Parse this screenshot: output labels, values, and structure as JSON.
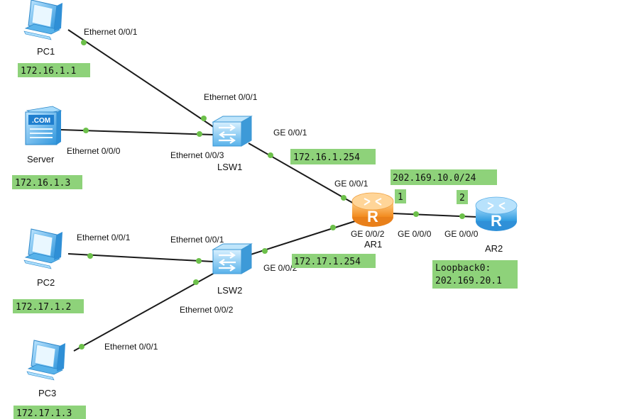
{
  "colors": {
    "link": "#1a1a1a",
    "port_dot": "#6cc04a",
    "note_bg": "#8ed27a",
    "pc_blue": "#3aa4e8",
    "router_orange": "#f59b2c",
    "router_blue": "#3fa6e6",
    "switch_blue": "#4aa8e0"
  },
  "devices": {
    "pc1": {
      "name": "PC1",
      "icon": "pc-icon"
    },
    "server": {
      "name": "Server",
      "icon": "server-icon",
      "badge": ".COM"
    },
    "pc2": {
      "name": "PC2",
      "icon": "pc-icon"
    },
    "pc3": {
      "name": "PC3",
      "icon": "pc-icon"
    },
    "lsw1": {
      "name": "LSW1",
      "icon": "switch-icon"
    },
    "lsw2": {
      "name": "LSW2",
      "icon": "switch-icon"
    },
    "ar1": {
      "name": "AR1",
      "icon": "router-icon",
      "glyph": "R"
    },
    "ar2": {
      "name": "AR2",
      "icon": "router-icon",
      "glyph": "R"
    }
  },
  "ports": {
    "pc1_eth": "Ethernet 0/0/1",
    "lsw1_e1": "Ethernet 0/0/1",
    "server_eth": "Ethernet 0/0/0",
    "lsw1_e3": "Ethernet 0/0/3",
    "lsw1_ge": "GE 0/0/1",
    "ar1_ge1": "GE 0/0/1",
    "pc2_eth": "Ethernet 0/0/1",
    "lsw2_e1": "Ethernet 0/0/1",
    "lsw2_e2": "Ethernet 0/0/2",
    "pc3_eth": "Ethernet 0/0/1",
    "lsw2_ge": "GE 0/0/2",
    "ar1_ge2": "GE 0/0/2",
    "ar1_ge0": "GE 0/0/0",
    "ar2_ge0": "GE 0/0/0"
  },
  "notes": {
    "pc1_ip": "172.16.1.1",
    "server_ip": "172.16.1.3",
    "pc2_ip": "172.17.1.2",
    "pc3_ip": "172.17.1.3",
    "gw1": "172.16.1.254",
    "gw2": "172.17.1.254",
    "wan_net": "202.169.10.0/24",
    "ar1_host": "1",
    "ar2_host": "2",
    "loopback_label": "Loopback0:",
    "loopback_ip": "202.169.20.1"
  }
}
